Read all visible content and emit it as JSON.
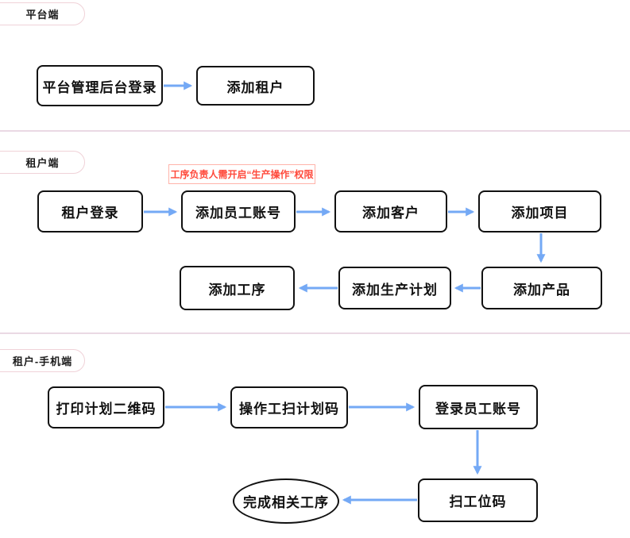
{
  "diagram": {
    "sections": {
      "platform": {
        "tab": "平台端"
      },
      "tenant": {
        "tab": "租户端",
        "note": "工序负责人需开启“生产操作”权限"
      },
      "tenant_mobile": {
        "tab": "租户-手机端"
      }
    },
    "nodes": {
      "platform_admin_login": "平台管理后台登录",
      "add_tenant": "添加租户",
      "tenant_login": "租户登录",
      "add_employee_account": "添加员工账号",
      "add_customer": "添加客户",
      "add_project": "添加项目",
      "add_product": "添加产品",
      "add_production_plan": "添加生产计划",
      "add_process": "添加工序",
      "print_plan_qrcode": "打印计划二维码",
      "operator_scan_plan_code": "操作工扫计划码",
      "login_employee_account": "登录员工账号",
      "scan_station_code": "扫工位码",
      "finish_related_process": "完成相关工序"
    },
    "colors": {
      "arrow": "#74a9f5",
      "node_border": "#111111",
      "note_text": "#ff4a3c",
      "note_border": "#ffb3aa",
      "divider": "#ead9e4",
      "tab_border": "#f0d2d8"
    }
  }
}
